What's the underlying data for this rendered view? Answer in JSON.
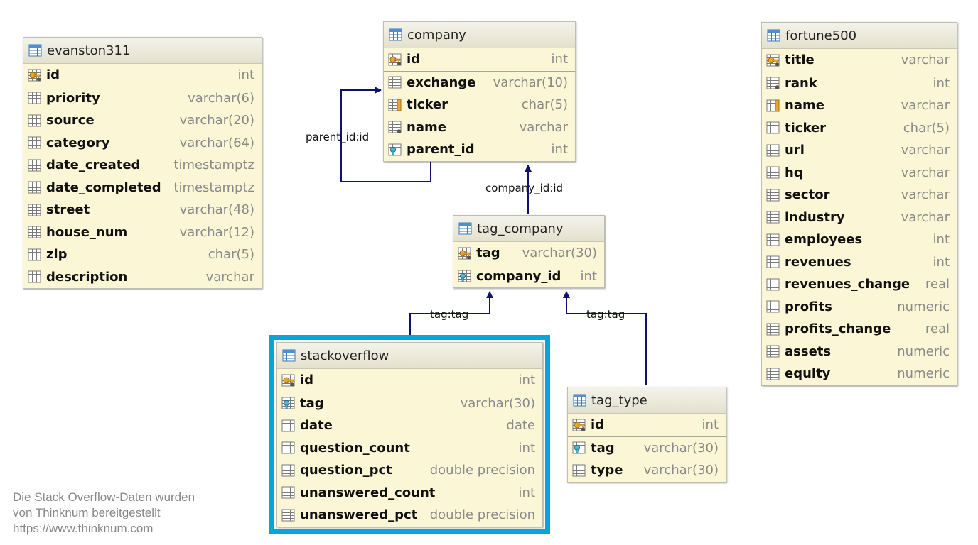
{
  "colors": {
    "header": "#e8e6d2",
    "body": "#fbf7d6",
    "connector": "#101070",
    "highlight": "#0aa3da"
  },
  "tables": [
    {
      "id": "evanston311",
      "name": "evanston311",
      "highlight": false,
      "columns": [
        {
          "name": "id",
          "type": "int",
          "icon": "primary-key-icon"
        },
        {
          "name": "priority",
          "type": "varchar(6)",
          "icon": "column-icon"
        },
        {
          "name": "source",
          "type": "varchar(20)",
          "icon": "column-icon"
        },
        {
          "name": "category",
          "type": "varchar(64)",
          "icon": "column-icon"
        },
        {
          "name": "date_created",
          "type": "timestamptz",
          "icon": "column-icon"
        },
        {
          "name": "date_completed",
          "type": "timestamptz",
          "icon": "column-icon"
        },
        {
          "name": "street",
          "type": "varchar(48)",
          "icon": "column-icon"
        },
        {
          "name": "house_num",
          "type": "varchar(12)",
          "icon": "column-icon"
        },
        {
          "name": "zip",
          "type": "char(5)",
          "icon": "column-icon"
        },
        {
          "name": "description",
          "type": "varchar",
          "icon": "column-icon"
        }
      ]
    },
    {
      "id": "company",
      "name": "company",
      "highlight": false,
      "columns": [
        {
          "name": "id",
          "type": "int",
          "icon": "primary-key-icon"
        },
        {
          "name": "exchange",
          "type": "varchar(10)",
          "icon": "column-icon"
        },
        {
          "name": "ticker",
          "type": "char(5)",
          "icon": "unique-column-icon"
        },
        {
          "name": "name",
          "type": "varchar",
          "icon": "not-null-column-icon"
        },
        {
          "name": "parent_id",
          "type": "int",
          "icon": "foreign-key-icon"
        }
      ]
    },
    {
      "id": "fortune500",
      "name": "fortune500",
      "highlight": false,
      "columns": [
        {
          "name": "title",
          "type": "varchar",
          "icon": "primary-key-icon"
        },
        {
          "name": "rank",
          "type": "int",
          "icon": "not-null-column-icon"
        },
        {
          "name": "name",
          "type": "varchar",
          "icon": "unique-column-icon"
        },
        {
          "name": "ticker",
          "type": "char(5)",
          "icon": "column-icon"
        },
        {
          "name": "url",
          "type": "varchar",
          "icon": "column-icon"
        },
        {
          "name": "hq",
          "type": "varchar",
          "icon": "column-icon"
        },
        {
          "name": "sector",
          "type": "varchar",
          "icon": "column-icon"
        },
        {
          "name": "industry",
          "type": "varchar",
          "icon": "column-icon"
        },
        {
          "name": "employees",
          "type": "int",
          "icon": "column-icon"
        },
        {
          "name": "revenues",
          "type": "int",
          "icon": "column-icon"
        },
        {
          "name": "revenues_change",
          "type": "real",
          "icon": "column-icon"
        },
        {
          "name": "profits",
          "type": "numeric",
          "icon": "column-icon"
        },
        {
          "name": "profits_change",
          "type": "real",
          "icon": "column-icon"
        },
        {
          "name": "assets",
          "type": "numeric",
          "icon": "column-icon"
        },
        {
          "name": "equity",
          "type": "numeric",
          "icon": "column-icon"
        }
      ]
    },
    {
      "id": "tag_company",
      "name": "tag_company",
      "highlight": false,
      "columns": [
        {
          "name": "tag",
          "type": "varchar(30)",
          "icon": "primary-key-icon"
        },
        {
          "name": "company_id",
          "type": "int",
          "icon": "foreign-key-icon"
        }
      ]
    },
    {
      "id": "stackoverflow",
      "name": "stackoverflow",
      "highlight": true,
      "columns": [
        {
          "name": "id",
          "type": "int",
          "icon": "primary-key-icon"
        },
        {
          "name": "tag",
          "type": "varchar(30)",
          "icon": "foreign-key-icon"
        },
        {
          "name": "date",
          "type": "date",
          "icon": "column-icon"
        },
        {
          "name": "question_count",
          "type": "int",
          "icon": "column-icon"
        },
        {
          "name": "question_pct",
          "type": "double precision",
          "icon": "column-icon"
        },
        {
          "name": "unanswered_count",
          "type": "int",
          "icon": "column-icon"
        },
        {
          "name": "unanswered_pct",
          "type": "double precision",
          "icon": "column-icon"
        }
      ]
    },
    {
      "id": "tag_type",
      "name": "tag_type",
      "highlight": false,
      "columns": [
        {
          "name": "id",
          "type": "int",
          "icon": "primary-key-icon"
        },
        {
          "name": "tag",
          "type": "varchar(30)",
          "icon": "foreign-key-icon"
        },
        {
          "name": "type",
          "type": "varchar(30)",
          "icon": "column-icon"
        }
      ]
    }
  ],
  "relations": [
    {
      "id": "company-parent",
      "label": "parent_id:id",
      "from": "company.parent_id",
      "to": "company.id"
    },
    {
      "id": "tagcompany-company",
      "label": "company_id:id",
      "from": "tag_company.company_id",
      "to": "company.id"
    },
    {
      "id": "stackoverflow-tagcompany",
      "label": "tag:tag",
      "from": "stackoverflow.tag",
      "to": "tag_company.tag"
    },
    {
      "id": "tagtype-tagcompany",
      "label": "tag:tag",
      "from": "tag_type.tag",
      "to": "tag_company.tag"
    }
  ],
  "watermark": {
    "line1": "Die Stack Overflow-Daten wurden",
    "line2": "von Thinknum bereitgestellt",
    "line3": "https://www.thinknum.com"
  }
}
